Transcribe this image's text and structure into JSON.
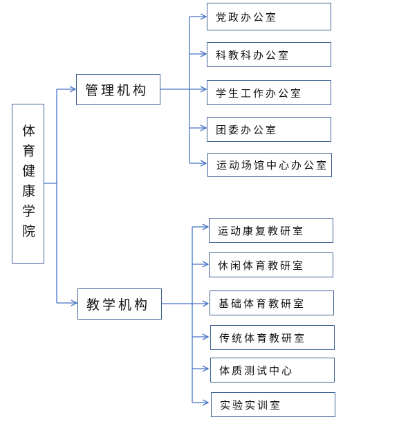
{
  "root": {
    "label": "体育健康学院"
  },
  "branches": [
    {
      "label": "管理机构",
      "children": [
        "党政办公室",
        "科教科办公室",
        "学生工作办公室",
        "团委办公室",
        "运动场馆中心办公室"
      ]
    },
    {
      "label": "教学机构",
      "children": [
        "运动康复教研室",
        "休闲体育教研室",
        "基础体育教研室",
        "传统体育教研室",
        "体质测试中心",
        "实验实训室"
      ]
    }
  ]
}
